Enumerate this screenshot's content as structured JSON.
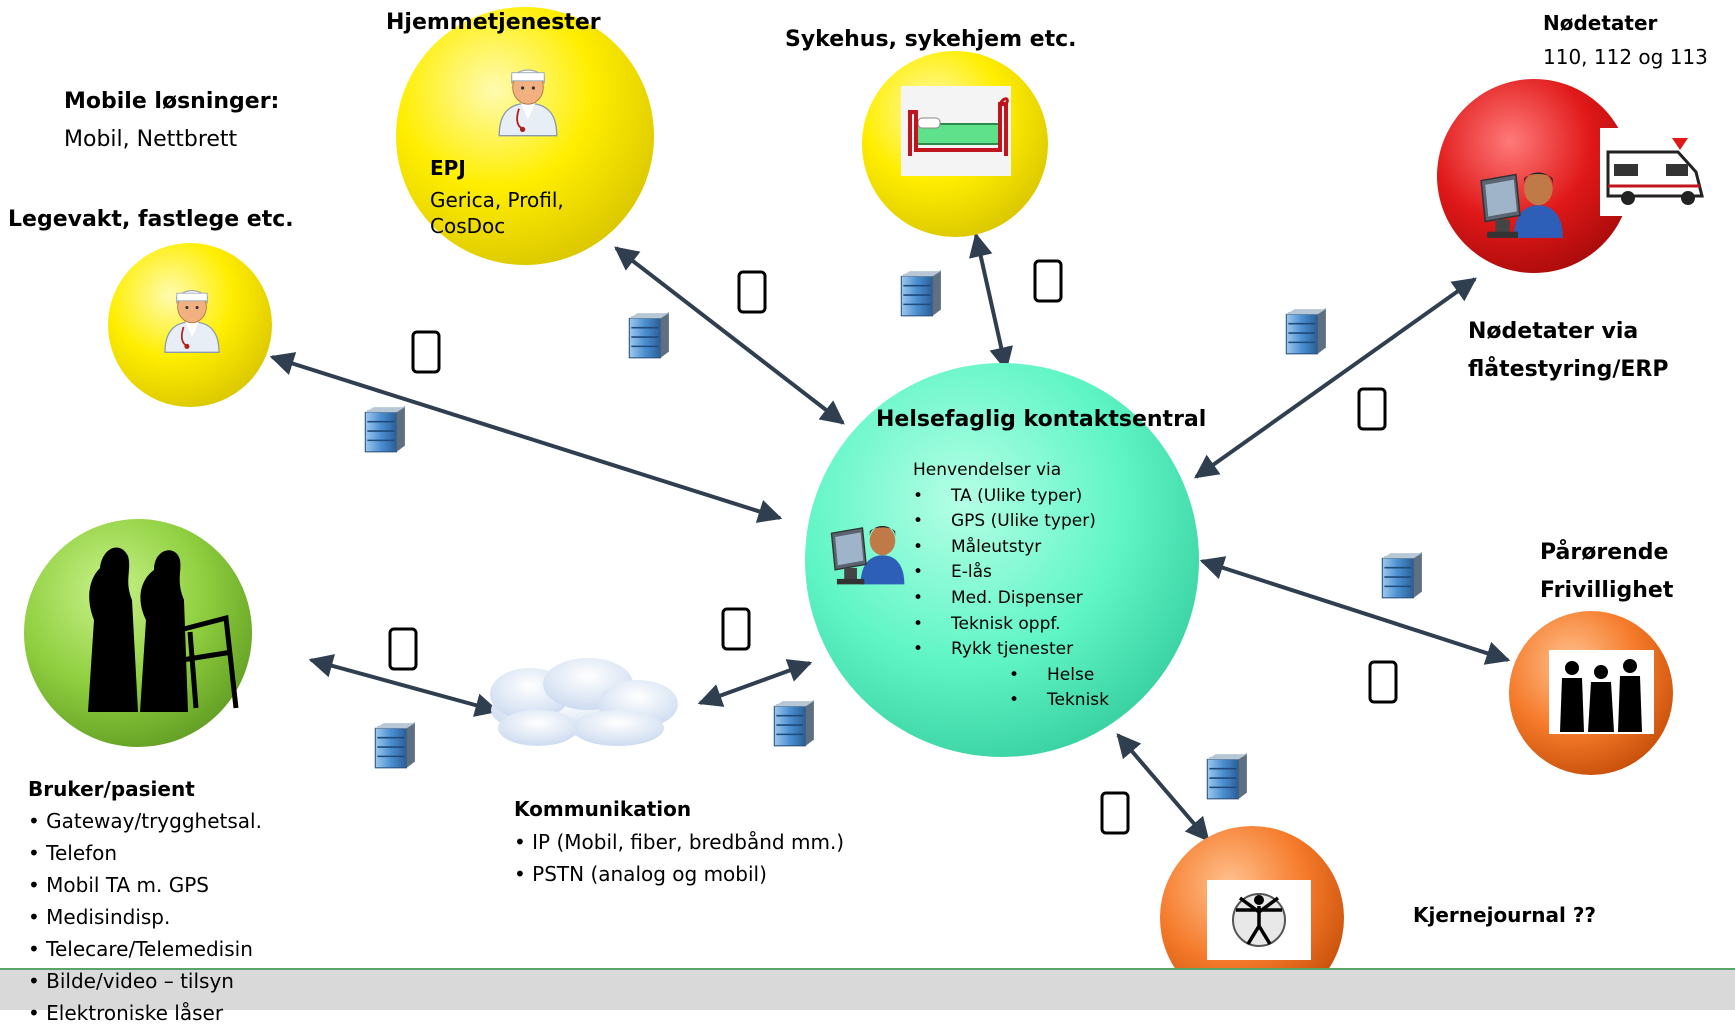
{
  "labels": {
    "hjemmetjenester": "Hjemmetjenester",
    "sykehus": "Sykehus, sykehjem etc.",
    "nodetater_title": "Nødetater",
    "nodetater_numbers": "110, 112 og 113",
    "mobile_title": "Mobile løsninger:",
    "mobile_text": "Mobil, Nettbrett",
    "legevakt": "Legevakt, fastlege etc.",
    "nodetater_via_1": "Nødetater via",
    "nodetater_via_2": "flåtestyring/ERP",
    "parorende": "Pårørende",
    "frivillighet": "Frivillighet",
    "kjernejournal": "Kjernejournal ??"
  },
  "epj": {
    "title": "EPJ",
    "line1": "Gerica, Profil,",
    "line2": "CosDoc"
  },
  "central": {
    "title": "Helsefaglig kontaktsentral",
    "subtitle": "Henvendelser via",
    "items": [
      "TA (Ulike typer)",
      "GPS (Ulike typer)",
      "Måleutstyr",
      "E-lås",
      "Med. Dispenser",
      "Teknisk oppf.",
      "Rykk tjenester"
    ],
    "subitems": [
      "Helse",
      "Teknisk"
    ]
  },
  "bruker": {
    "title": "Bruker/pasient",
    "items": [
      "Gateway/trygghetsal.",
      "Telefon",
      "Mobil TA m. GPS",
      "Medisindisp.",
      "Telecare/Telemedisin",
      "Bilde/video – tilsyn",
      "Elektroniske låser"
    ]
  },
  "kommunikasjon": {
    "title": "Kommunikation",
    "items": [
      "IP (Mobil, fiber, bredbånd mm.)",
      "PSTN (analog og mobil)"
    ]
  },
  "colors": {
    "yellow": "#ffee00",
    "red": "#e01818",
    "green": "#8fcf3f",
    "mint": "#5ff5c5",
    "orange": "#f57a2a",
    "arrow": "#2f3f4f",
    "footer": "#d9d9d9"
  },
  "icons": [
    "doctor-icon",
    "bed-icon",
    "operator-icon",
    "ambulance-icon",
    "elderly-people-icon",
    "cloud-icon",
    "people-silhouettes-icon",
    "vitruvian-man-icon",
    "server-icon",
    "mobile-phone-icon"
  ]
}
